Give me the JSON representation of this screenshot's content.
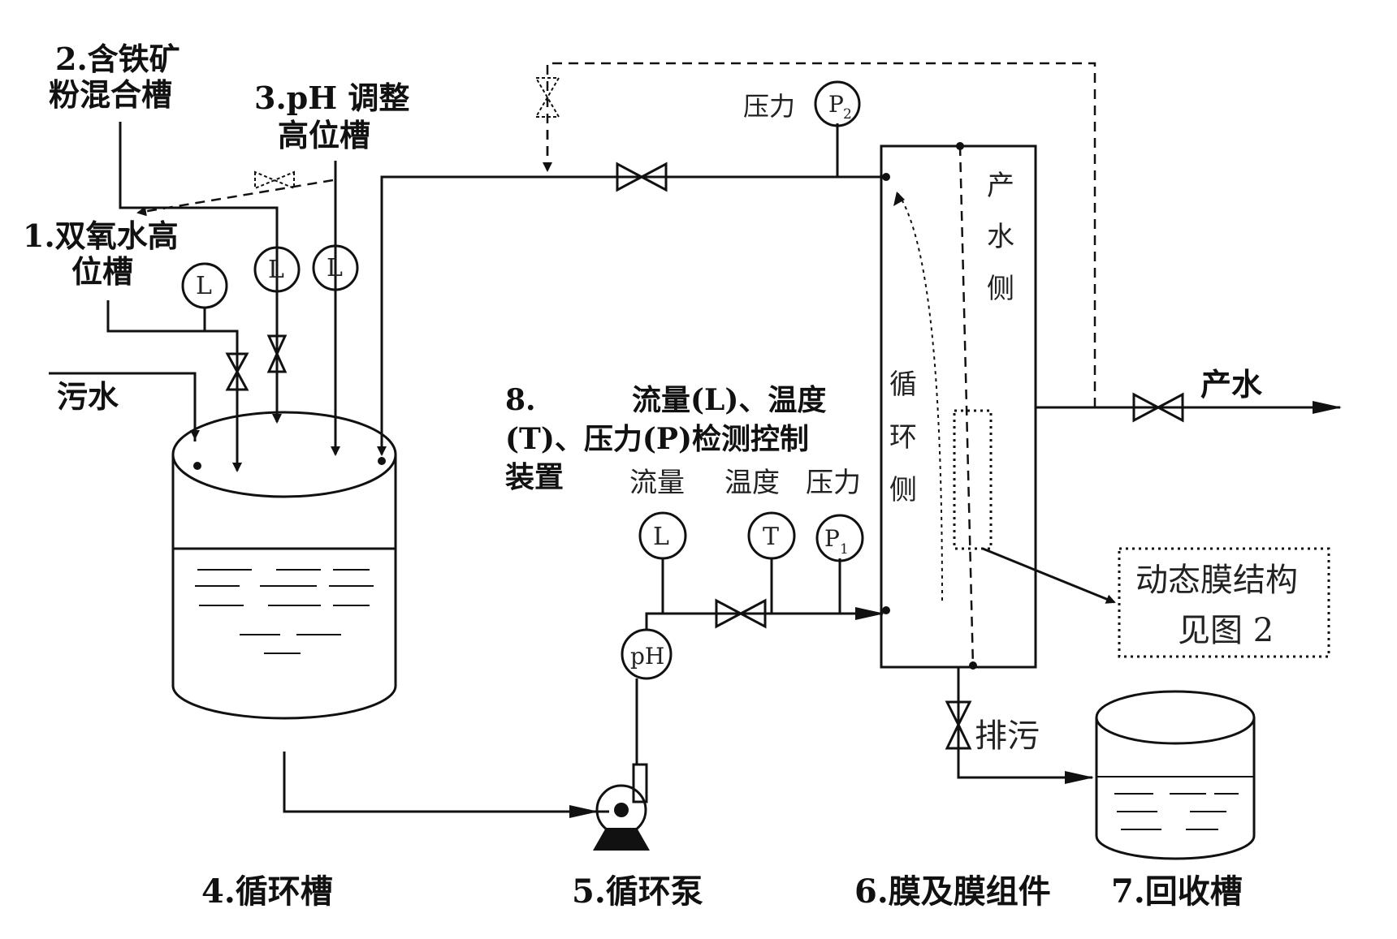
{
  "labels": {
    "h2o2_tank_l1": "1.双氧水高",
    "h2o2_tank_l2": "位槽",
    "iron_tank_l1": "2.含铁矿",
    "iron_tank_l2": "粉混合槽",
    "ph_tank_l1": "3.pH 调整",
    "ph_tank_l2": "高位槽",
    "sewage": "污水",
    "circ_tank": "4.循环槽",
    "circ_pump": "5.循环泵",
    "membrane": "6.膜及膜组件",
    "recovery_tank": "7.回收槽",
    "control_l1_num": "8.",
    "control_l1_text": "流量(L)、温度",
    "control_l2": "(T)、压力(P)检测控制",
    "control_l3": "装置",
    "flow": "流量",
    "temp": "温度",
    "pressure_p1": "压力",
    "pressure_p2": "压力",
    "product_side": [
      "产",
      "水",
      "侧"
    ],
    "circ_side": [
      "循",
      "环",
      "侧"
    ],
    "product_water": "产水",
    "discharge": "排污",
    "dynamic_l1": "动态膜结构",
    "dynamic_l2": "见图 2"
  },
  "gauges": {
    "L": "L",
    "T": "T",
    "P": "P",
    "sub1": "1",
    "sub2": "2",
    "pH": "pH"
  }
}
